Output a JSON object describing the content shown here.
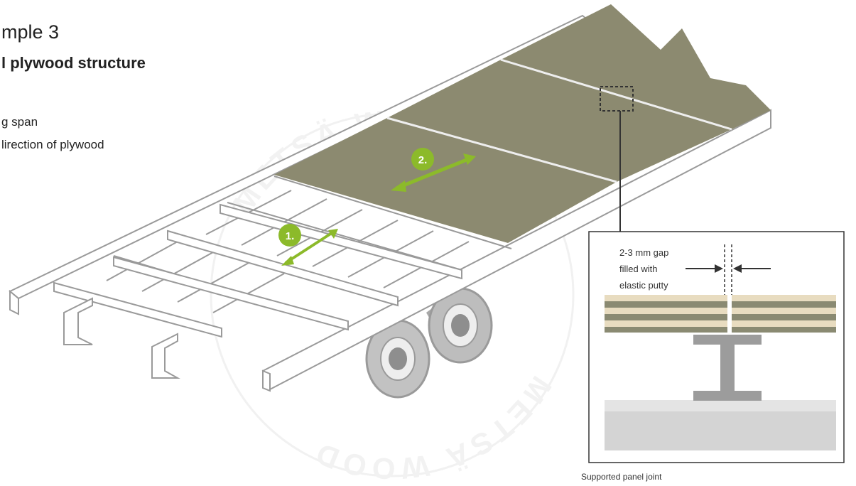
{
  "header": {
    "title": "mple 3",
    "subtitle": "l plywood structure"
  },
  "legend": {
    "item1": "g span",
    "item2": "lirection of plywood"
  },
  "markers": {
    "marker1": "1.",
    "marker2": "2."
  },
  "detail": {
    "gap_line1": "2-3 mm gap",
    "gap_line2": "filled with",
    "gap_line3": "elastic putty",
    "caption": "Supported panel joint"
  },
  "watermark": {
    "text": "METSÄ WOOD"
  },
  "colors": {
    "plywood_panel": "#8c8a70",
    "arrow_green": "#8cba2a",
    "frame_stroke": "#9a9a9a",
    "plywood_light": "#e8dcc0",
    "plywood_dark": "#8a8a72",
    "beam": "#9c9c9c",
    "ground": "#d8d8d8"
  }
}
